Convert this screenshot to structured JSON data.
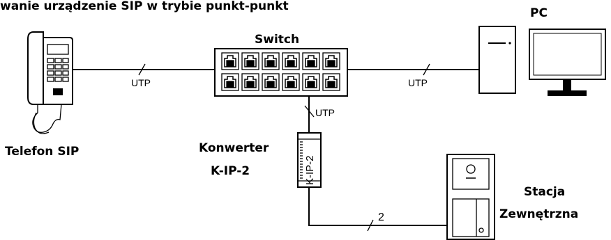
{
  "title": "wanie urządzenie SIP w trybie punkt-punkt",
  "devices": {
    "phone": "Telefon SIP",
    "switch": "Switch",
    "pc": "PC",
    "converter": {
      "line1": "Konwerter",
      "line2": "K-IP-2",
      "body_label": "K-IP-2"
    },
    "station": {
      "line1": "Stacja",
      "line2": "Zewnętrzna"
    }
  },
  "links": {
    "phone_switch": "UTP",
    "switch_pc": "UTP",
    "switch_converter": "UTP",
    "converter_station": "2"
  }
}
